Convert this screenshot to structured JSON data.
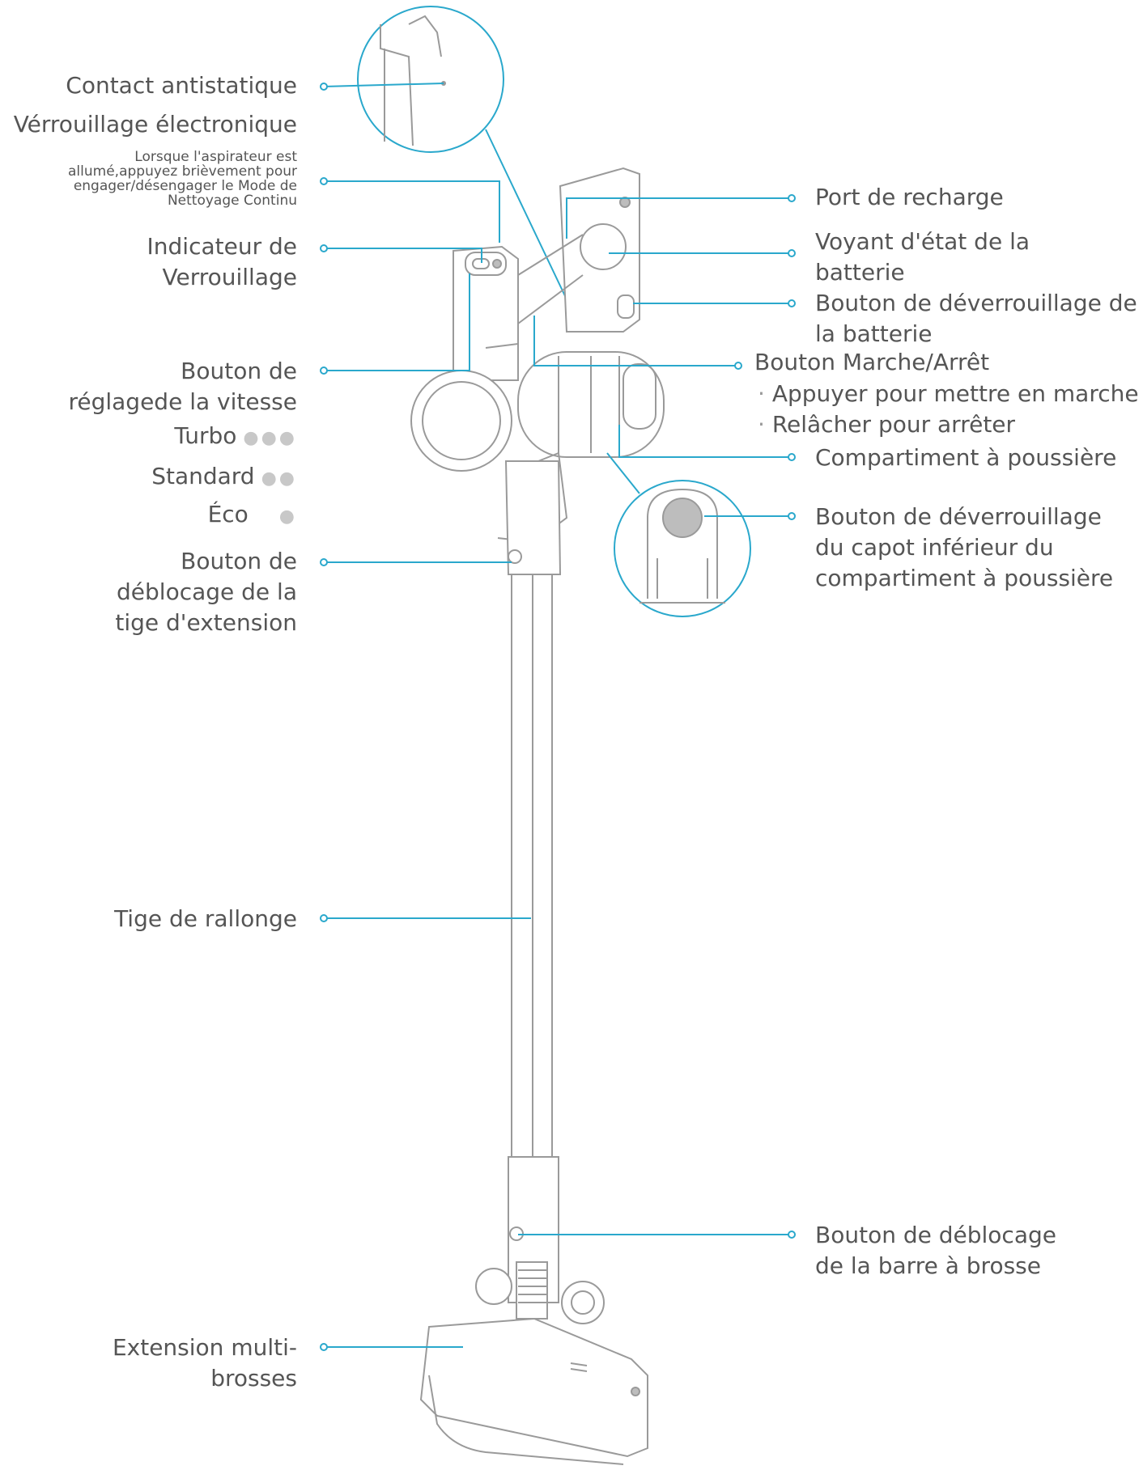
{
  "labels": {
    "contact_antistatique": "Contact antistatique",
    "verrouillage_electronique": "Vérrouillage électronique",
    "verrouillage_note_1": "Lorsque l'aspirateur est",
    "verrouillage_note_2": "allumé,appuyez brièvement pour",
    "verrouillage_note_3": "engager/désengager le Mode de",
    "verrouillage_note_4": "Nettoyage Continu",
    "indicateur_1": "Indicateur de",
    "indicateur_2": "Verrouillage",
    "vitesse_1": "Bouton de",
    "vitesse_2": "réglagede la vitesse",
    "turbo": "Turbo",
    "standard": "Standard",
    "eco": "Éco",
    "deblocage_tige_1": "Bouton de",
    "deblocage_tige_2": "déblocage de la",
    "deblocage_tige_3": "tige d'extension",
    "tige_rallonge": "Tige de rallonge",
    "extension_1": "Extension multi-",
    "extension_2": "brosses",
    "port_recharge": "Port de recharge",
    "voyant_1": "Voyant d'état de la",
    "voyant_2": "batterie",
    "deverrouillage_batterie_1": "Bouton de déverrouillage de",
    "deverrouillage_batterie_2": "la batterie",
    "marche_arret": "Bouton Marche/Arrêt",
    "appuyer": "Appuyer pour mettre en marche",
    "relacher": "Relâcher pour arrêter",
    "compartiment": "Compartiment à poussière",
    "capot_1": "Bouton de déverrouillage",
    "capot_2": "du capot inférieur du",
    "capot_3": "compartiment à poussière",
    "barre_1": "Bouton de déblocage",
    "barre_2": "de la barre à brosse"
  },
  "speed_levels": {
    "turbo_dots": 3,
    "standard_dots": 2,
    "eco_dots": 1
  },
  "colors": {
    "leader_line": "#2aa8cc",
    "outline": "#9a9a9a",
    "text": "#555555"
  }
}
